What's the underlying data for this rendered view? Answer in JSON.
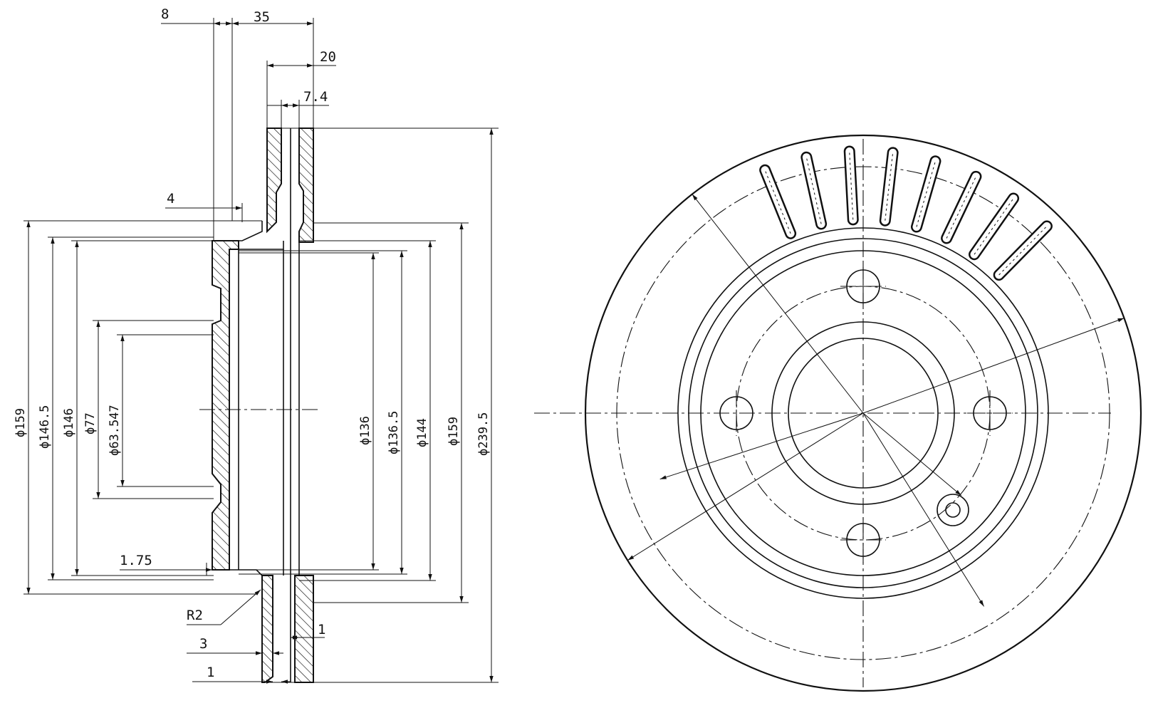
{
  "section_view": {
    "top_dims": {
      "d8": "8",
      "d35": "35",
      "d20": "20",
      "d7_4": "7.4",
      "d4": "4"
    },
    "left_dims": {
      "phi159": "ϕ159",
      "phi146_5": "ϕ146.5",
      "phi146": "ϕ146",
      "phi77": "ϕ77",
      "phi63_547": "ϕ63.547"
    },
    "right_dims": {
      "phi136": "ϕ136",
      "phi136_5": "ϕ136.5",
      "phi144": "ϕ144",
      "phi159": "ϕ159",
      "phi239_5": "ϕ239.5"
    },
    "bottom_dims": {
      "d1_75": "1.75",
      "r2": "R2",
      "d3": "3",
      "d1": "1",
      "d1_right": "1"
    }
  },
  "front_view": {
    "bolt_holes": 4,
    "vent_slots_visible": 8
  }
}
